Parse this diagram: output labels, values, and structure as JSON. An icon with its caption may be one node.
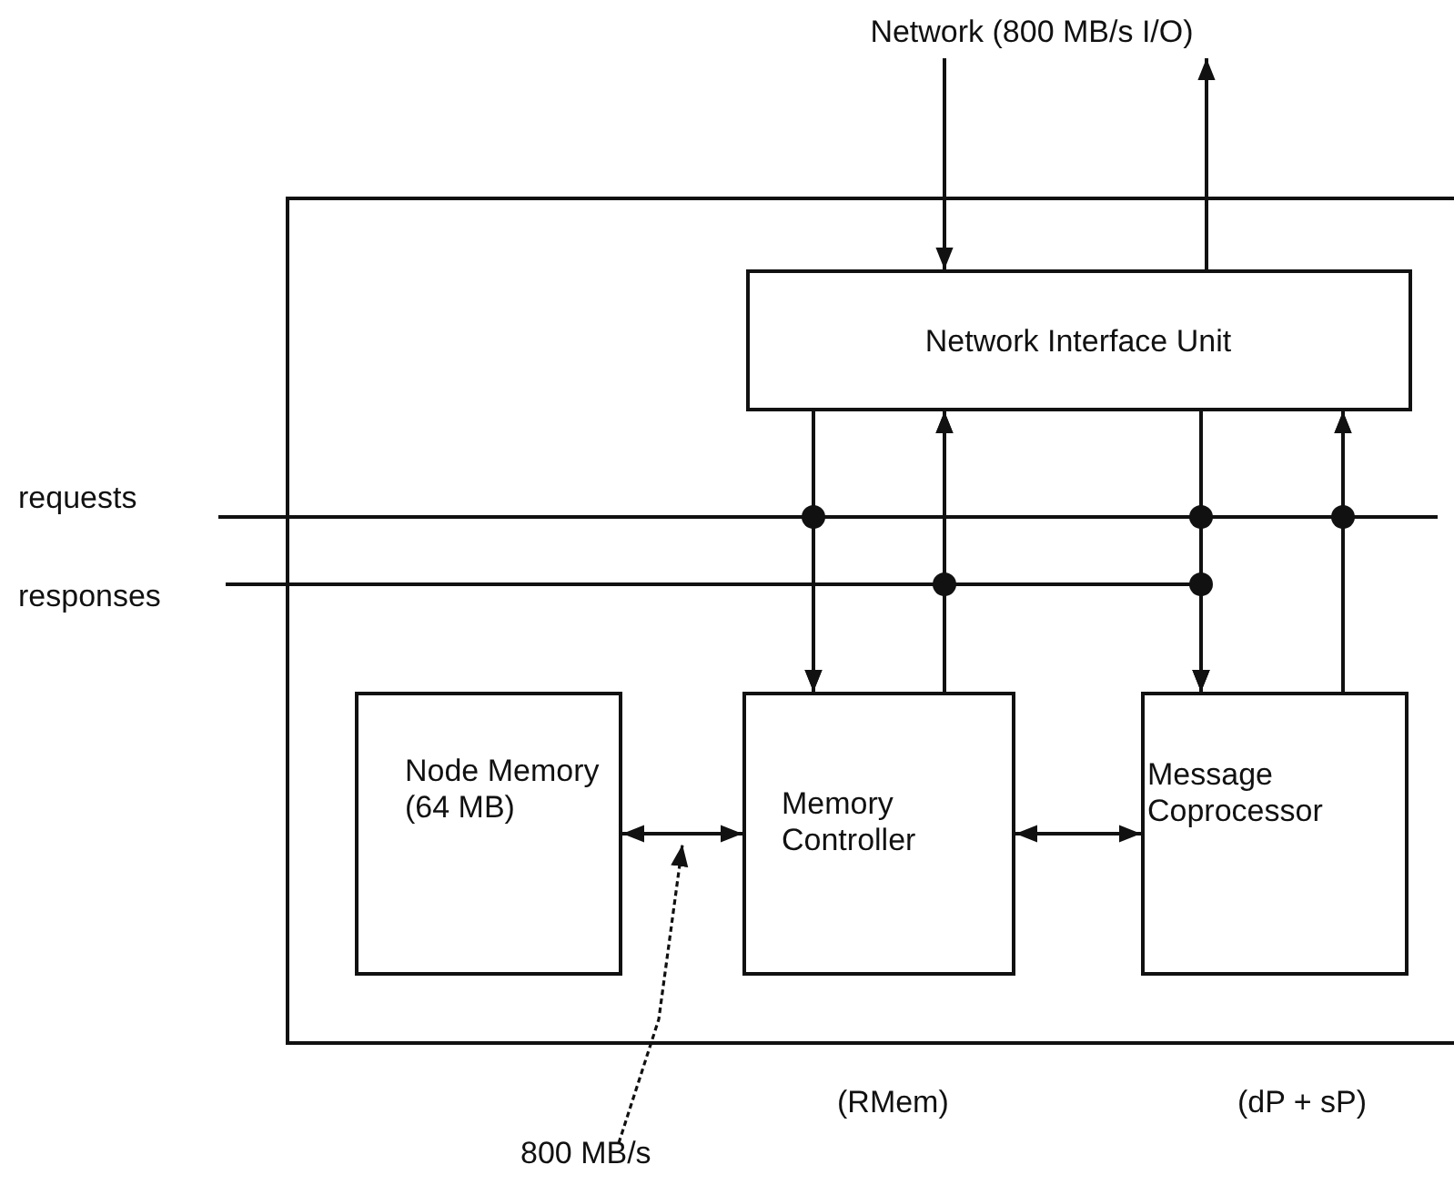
{
  "diagram": {
    "nodes": [
      {
        "text": [],
        "shape": "box"
      },
      {
        "text": [
          "Network Interface Unit"
        ],
        "in": 0
      },
      {
        "text": [
          "Node Memory (64 MB)"
        ],
        "in": 0
      },
      {
        "text": [
          "Memory Controller"
        ],
        "in": 0
      },
      {
        "text": [
          "Message Coprocessor"
        ],
        "in": 0
      },
      {
        "text": [
          "Network (800 MB/s I/O)"
        ]
      },
      {
        "text": [
          "requests"
        ]
      },
      {
        "text": [
          "responses"
        ]
      },
      {
        "text": [
          "800 MB/s"
        ]
      }
    ],
    "edges": [
      {
        "from": 5,
        "to": 1,
        "arrow": "to"
      },
      {
        "from": 1,
        "to": 5,
        "arrow": "to"
      },
      {
        "from": 1,
        "to": 3,
        "arrow": "to"
      },
      {
        "from": 3,
        "to": 1,
        "arrow": "to"
      },
      {
        "from": 1,
        "to": 4,
        "arrow": "to"
      },
      {
        "from": 4,
        "to": 1,
        "arrow": "to"
      },
      {
        "from": 6,
        "to": 3,
        "arrow": "to"
      },
      {
        "from": 6,
        "to": 4,
        "arrow": "to"
      },
      {
        "from": 6,
        "to": 1,
        "arrow": "to"
      },
      {
        "from": 7,
        "to": 1,
        "arrow": "to"
      },
      {
        "from": 7,
        "to": 4,
        "arrow": "to"
      },
      {
        "from": 2,
        "to": 3,
        "arrow": "both"
      },
      {
        "from": 3,
        "to": 4,
        "arrow": "both"
      },
      {
        "from": 8,
        "to": null,
        "arrow": "to",
        "style": "dashed"
      }
    ],
    "labels": [
      "(RMem)",
      "(dP + sP)"
    ]
  }
}
